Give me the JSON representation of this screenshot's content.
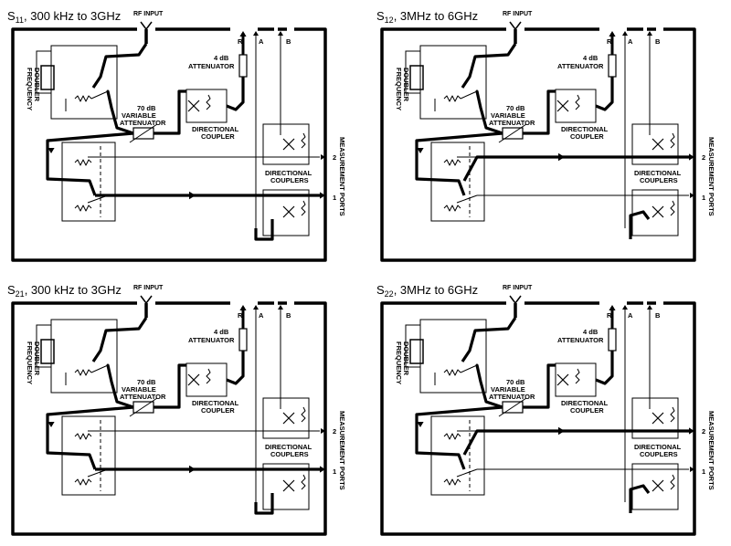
{
  "panels": [
    {
      "id": "s11",
      "sub": "11",
      "range": ", 300 kHz to 3GHz"
    },
    {
      "id": "s12",
      "sub": "12",
      "range": ", 3MHz to 6GHz"
    },
    {
      "id": "s21",
      "sub": "21",
      "range": ", 300 kHz to 3GHz"
    },
    {
      "id": "s22",
      "sub": "22",
      "range": ", 3MHz to 6GHz"
    }
  ],
  "labels": {
    "s_letter": "S",
    "rf_input": "RF  INPUT",
    "frequency": "FREQUENCY",
    "doubler": "DOUBLER",
    "atten_4db": "4 dB",
    "attenuator": "ATTENUATOR",
    "db70": "70 dB",
    "variable": "VARIABLE",
    "directional": "DIRECTIONAL",
    "coupler": "COUPLER",
    "couplers": "COUPLERS",
    "measurement_ports": "MEASUREMENT  PORTS",
    "r": "R",
    "a": "A",
    "b": "B",
    "port1": "1",
    "port2": "2"
  }
}
